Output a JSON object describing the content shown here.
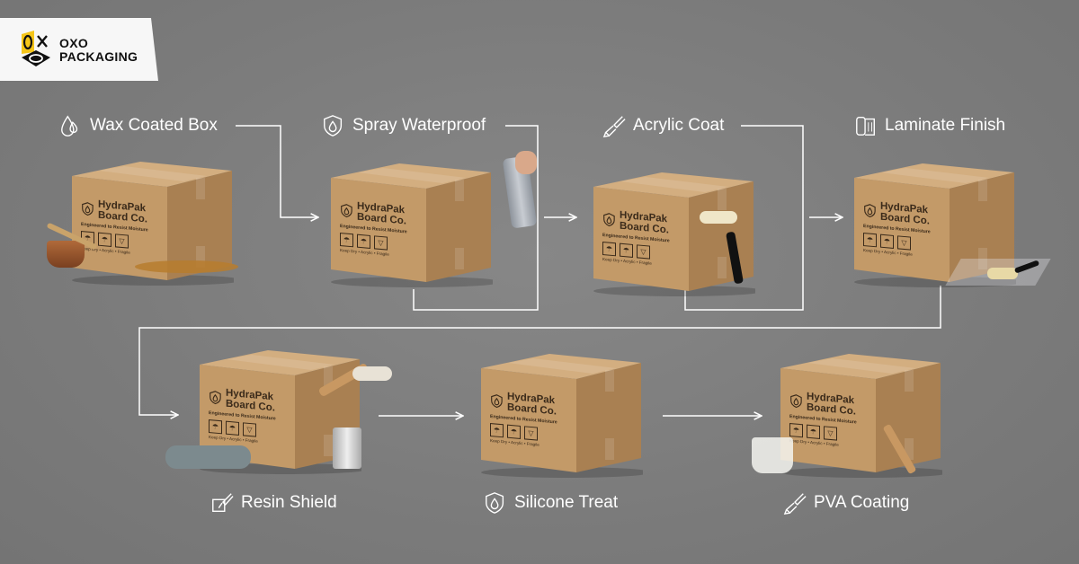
{
  "logo": {
    "line1": "OXO",
    "line2": "PACKAGING",
    "accent": "#f5c518"
  },
  "box_print": {
    "name_line1": "HydraPak",
    "name_line2": "Board Co.",
    "tagline": "Engineered to Resist Moisture",
    "footer": "Keep Dry • Acrylic • Fragile"
  },
  "colors": {
    "background": "#7c7c7c",
    "text": "#ffffff",
    "box_front": "#c39a68",
    "box_side": "#a98052",
    "box_top": "#d3ae80"
  },
  "steps": [
    {
      "label": "Wax Coated Box",
      "icon": "water-drop-icon"
    },
    {
      "label": "Spray Waterproof",
      "icon": "shield-drop-icon"
    },
    {
      "label": "Acrylic Coat",
      "icon": "paintbrush-icon"
    },
    {
      "label": "Laminate Finish",
      "icon": "film-roll-icon"
    },
    {
      "label": "Resin Shield",
      "icon": "brush-box-icon"
    },
    {
      "label": "Silicone Treat",
      "icon": "shield-drop-icon"
    },
    {
      "label": "PVA Coating",
      "icon": "paintbrush-icon"
    }
  ]
}
